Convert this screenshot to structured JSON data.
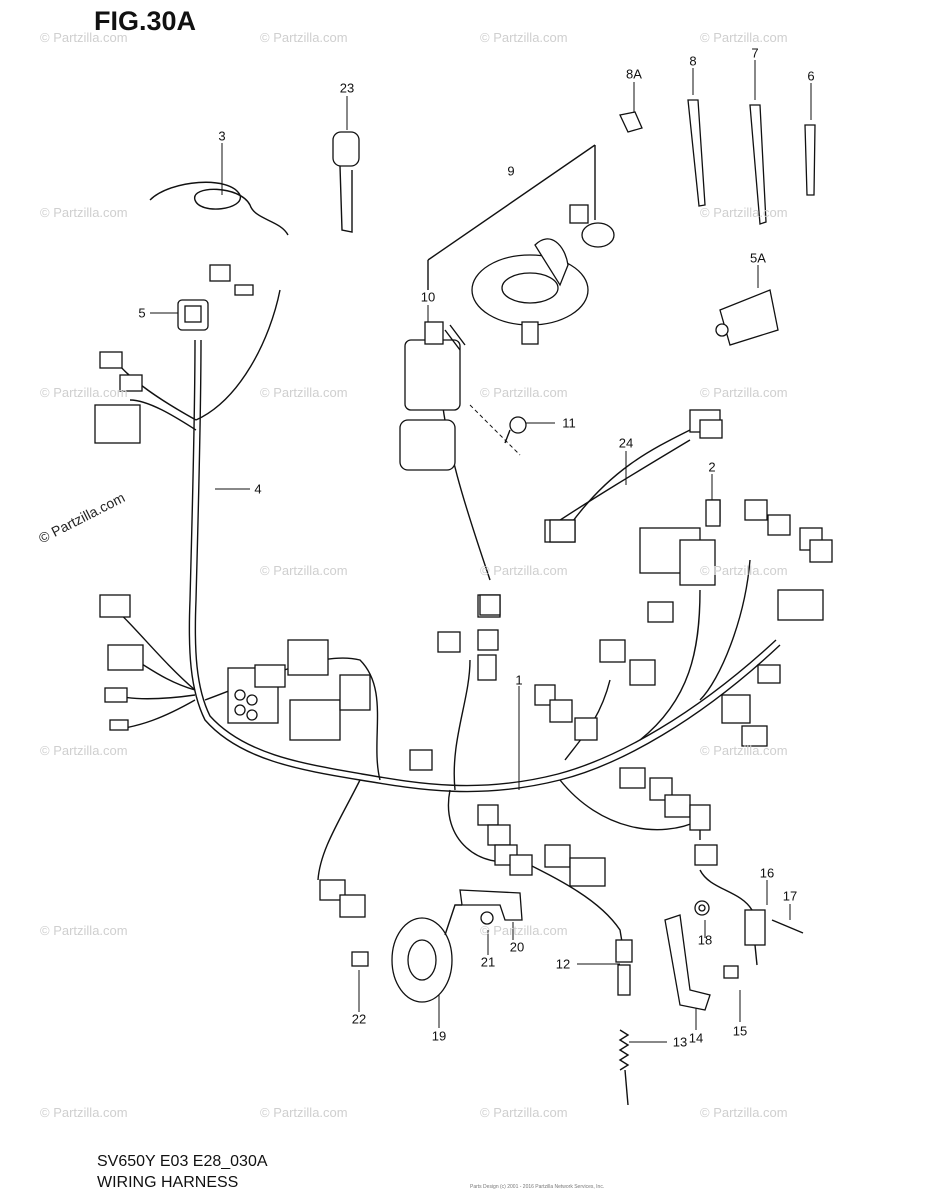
{
  "figure": {
    "title": "FIG.30A"
  },
  "footer": {
    "model": "SV650Y E03 E28_030A",
    "name": "WIRING HARNESS"
  },
  "watermark": {
    "text": "© Partzilla.com",
    "short": "© Partzilla.com"
  },
  "credit": "Parts Design (c) 2001 - 2016 Partzilla Network Services, Inc.",
  "callouts": {
    "c1": "1",
    "c2": "2",
    "c3": "3",
    "c4": "4",
    "c5": "5",
    "c5a": "5A",
    "c6": "6",
    "c7": "7",
    "c8": "8",
    "c8a": "8A",
    "c9": "9",
    "c10": "10",
    "c11": "11",
    "c12": "12",
    "c13": "13",
    "c14": "14",
    "c15": "15",
    "c16": "16",
    "c17": "17",
    "c18": "18",
    "c19": "19",
    "c20": "20",
    "c21": "21",
    "c22": "22",
    "c23": "23",
    "c24": "24"
  }
}
